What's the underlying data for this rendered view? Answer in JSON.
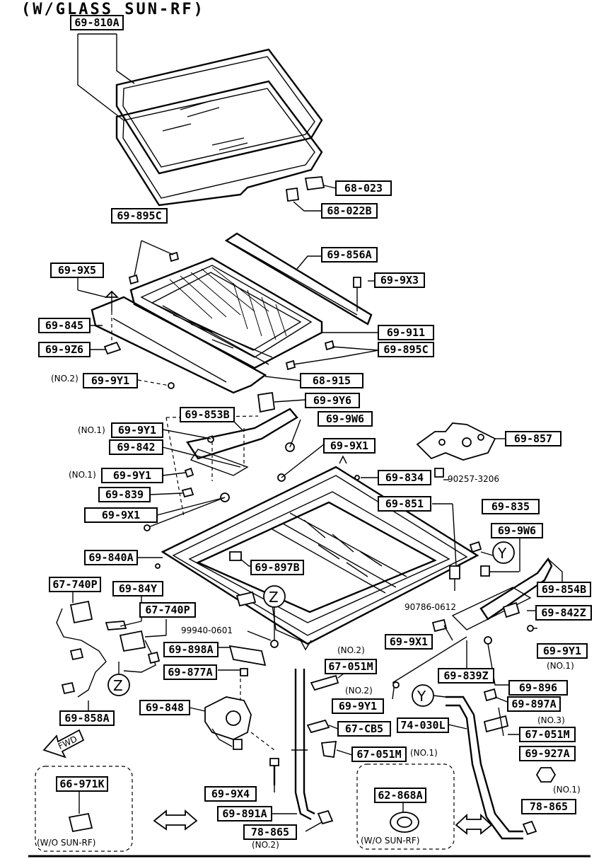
{
  "title": "(W/GLASS SUN-RF)",
  "labels": {
    "l69810A": "69-810A",
    "l68023": "68-023",
    "l68022B": "68-022B",
    "l69895C_top": "69-895C",
    "l69856A": "69-856A",
    "l699X5": "69-9X5",
    "l699X3": "69-9X3",
    "l69845": "69-845",
    "l69911": "69-911",
    "l699Z6": "69-9Z6",
    "l69895C_right": "69-895C",
    "l68915": "68-915",
    "l699Y1_no2": "69-9Y1",
    "l699Y6": "69-9Y6",
    "l69853B": "69-853B",
    "l699W6_a": "69-9W6",
    "l699Y1_no1a": "69-9Y1",
    "l69857": "69-857",
    "l69842": "69-842",
    "l699X1_a": "69-9X1",
    "l699Y1_no1b": "69-9Y1",
    "l69834": "69-834",
    "l69839": "69-839",
    "l69851": "69-851",
    "l69835": "69-835",
    "l699X1_b": "69-9X1",
    "l699W6_b": "69-9W6",
    "l69840A": "69-840A",
    "l69897B": "69-897B",
    "l67740P_a": "67-740P",
    "l69854B": "69-854B",
    "l6984Y": "69-84Y",
    "l67740P_b": "67-740P",
    "l69842Z": "69-842Z",
    "l699X1_c": "69-9X1",
    "l69898A": "69-898A",
    "l699Y1_r": "69-9Y1",
    "l67051M_a": "67-051M",
    "l69877A": "69-877A",
    "l69839Z": "69-839Z",
    "l69896": "69-896",
    "l699Y1_no2b": "69-9Y1",
    "l69897A": "69-897A",
    "l69858A": "69-858A",
    "l69848": "69-848",
    "l74030L": "74-030L",
    "l67CB5": "67-CB5",
    "l67051M_b": "67-051M",
    "l67051M_c": "67-051M",
    "l69927A": "69-927A",
    "l66971K": "66-971K",
    "l699X4": "69-9X4",
    "l62868A": "62-868A",
    "l69891A": "69-891A",
    "l78865_a": "78-865",
    "l78865_b": "78-865"
  },
  "notes": {
    "no2_a": "(NO.2)",
    "no1_a": "(NO.1)",
    "no1_b": "(NO.1)",
    "no1_c": "(NO.1)",
    "no2_b": "(NO.2)",
    "no2_c": "(NO.2)",
    "no3": "(NO.3)",
    "no1_d": "(NO.1)",
    "no1_e": "(NO.1)",
    "no2_d": "(NO.2)",
    "wo_sunrf_a": "(W/O SUN-RF)",
    "wo_sunrf_b": "(W/O SUN-RF)",
    "fwd": "FWD"
  },
  "plain_parts": {
    "p90257": "90257-3206",
    "p90786": "90786-0612",
    "p99940": "99940-0601"
  },
  "callouts": {
    "y1": "Y",
    "z1": "Z",
    "z2": "Z",
    "y2": "Y"
  }
}
